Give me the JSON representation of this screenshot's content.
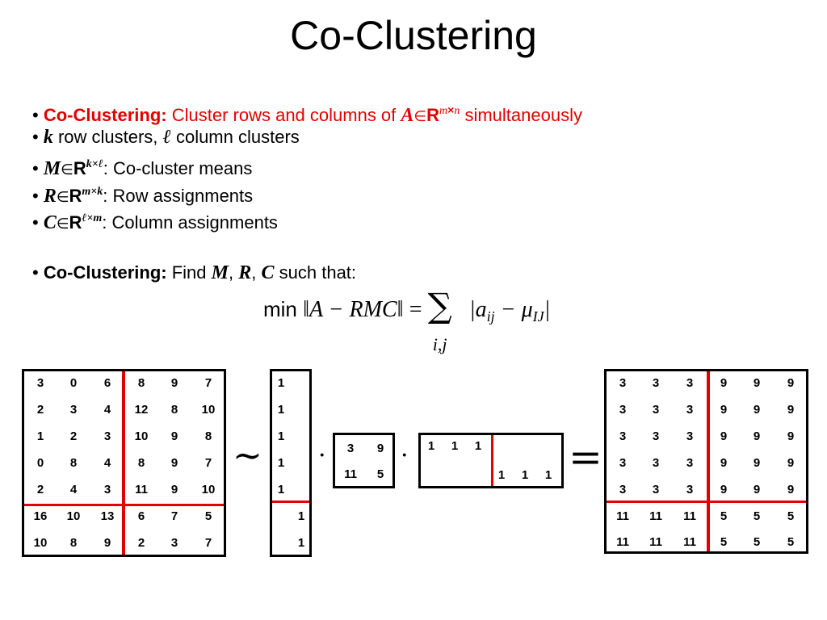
{
  "title": "Co-Clustering",
  "bullets": {
    "b1_label": "Co-Clustering:",
    "b1_text": "Cluster rows and columns of",
    "b1_var": "A",
    "b1_in": "∈",
    "b1_R": "R",
    "b1_m": "m",
    "b1_x": "×",
    "b1_n": "n",
    "b1_end": "simultaneously",
    "b2_k": "k",
    "b2_mid": "row clusters,",
    "b2_l": "ℓ",
    "b2_end": "column clusters",
    "b3_var": "M",
    "b3_in": "∈",
    "b3_R": "R",
    "b3_sup": "k×ℓ",
    "b3_end": ": Co-cluster means",
    "b4_var": "R",
    "b4_in": "∈",
    "b4_R": "R",
    "b4_sup": "m×k",
    "b4_end": ": Row assignments",
    "b5_var": "C",
    "b5_in": "∈",
    "b5_R": "R",
    "b5_sup": "ℓ×m",
    "b5_end": ": Column assignments",
    "b6_label": "Co-Clustering:",
    "b6_text": "Find",
    "b6_M": "M",
    "b6_comma1": ",",
    "b6_R": "R",
    "b6_comma2": ",",
    "b6_C": "C",
    "b6_end": "such that:"
  },
  "formula": {
    "min": "min",
    "lhs": "‖A − RMC‖",
    "eq": "=",
    "sum": "∑",
    "sub": "i,j",
    "rhs": "|a",
    "rhs_sub1": "ij",
    "minus": " − μ",
    "rhs_sub2": "IJ",
    "close": "|"
  },
  "symbols": {
    "approx": "∼",
    "dot1": "·",
    "dot2": "·",
    "equals": "="
  },
  "matrices": {
    "A": [
      [
        "3",
        "0",
        "6",
        "8",
        "9",
        "7"
      ],
      [
        "2",
        "3",
        "4",
        "12",
        "8",
        "10"
      ],
      [
        "1",
        "2",
        "3",
        "10",
        "9",
        "8"
      ],
      [
        "0",
        "8",
        "4",
        "8",
        "9",
        "7"
      ],
      [
        "2",
        "4",
        "3",
        "11",
        "9",
        "10"
      ],
      [
        "16",
        "10",
        "13",
        "6",
        "7",
        "5"
      ],
      [
        "10",
        "8",
        "9",
        "2",
        "3",
        "7"
      ]
    ],
    "R": [
      [
        "1",
        ""
      ],
      [
        "1",
        ""
      ],
      [
        "1",
        ""
      ],
      [
        "1",
        ""
      ],
      [
        "1",
        ""
      ],
      [
        "",
        "1"
      ],
      [
        "",
        "1"
      ]
    ],
    "M": [
      [
        "3",
        "9"
      ],
      [
        "11",
        "5"
      ]
    ],
    "C": [
      [
        "1",
        "1",
        "1",
        "",
        "",
        ""
      ],
      [
        "",
        "",
        "",
        "1",
        "1",
        "1"
      ]
    ],
    "Result": [
      [
        "3",
        "3",
        "3",
        "9",
        "9",
        "9"
      ],
      [
        "3",
        "3",
        "3",
        "9",
        "9",
        "9"
      ],
      [
        "3",
        "3",
        "3",
        "9",
        "9",
        "9"
      ],
      [
        "3",
        "3",
        "3",
        "9",
        "9",
        "9"
      ],
      [
        "3",
        "3",
        "3",
        "9",
        "9",
        "9"
      ],
      [
        "11",
        "11",
        "11",
        "5",
        "5",
        "5"
      ],
      [
        "11",
        "11",
        "11",
        "5",
        "5",
        "5"
      ]
    ]
  }
}
